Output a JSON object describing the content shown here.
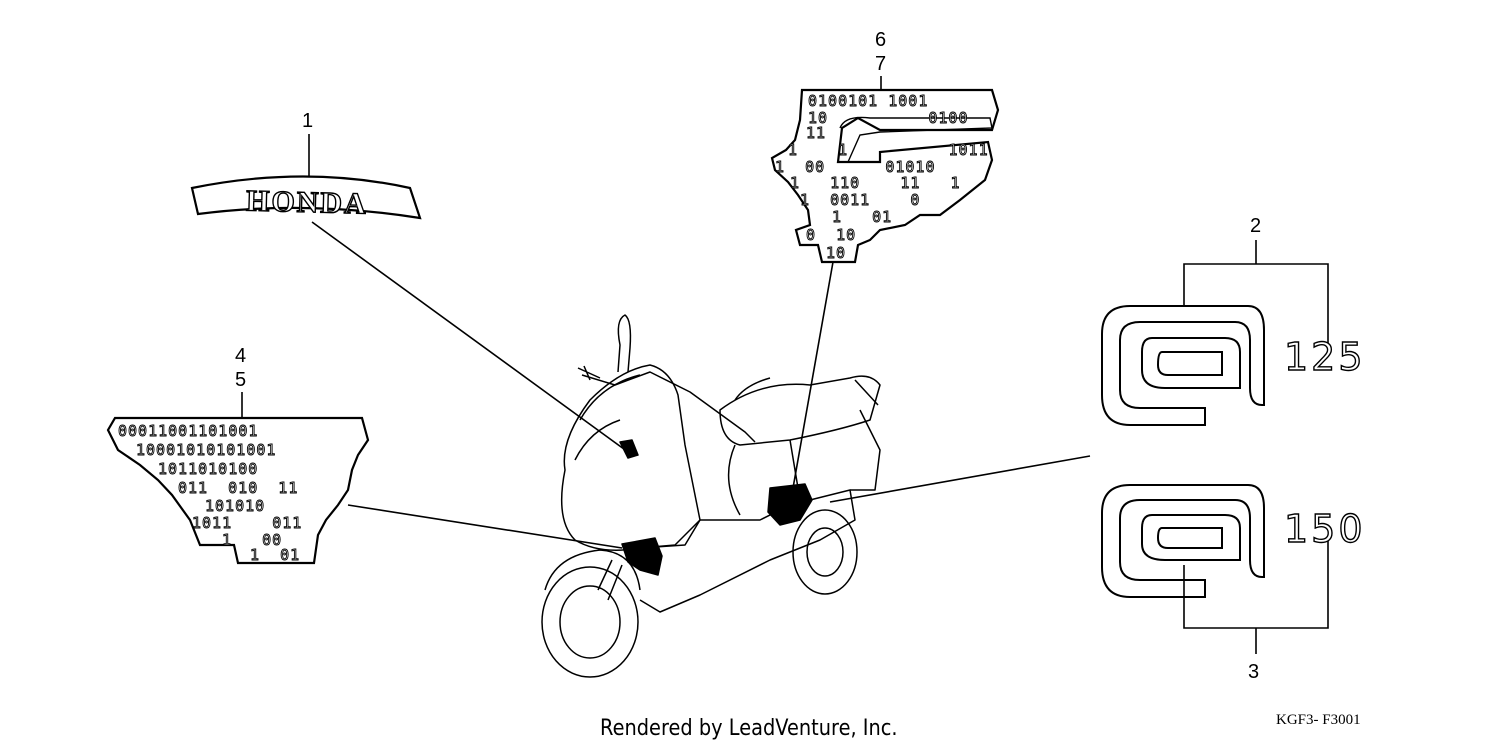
{
  "callouts": {
    "c1": "1",
    "c2": "2",
    "c3": "3",
    "c4": "4",
    "c5": "5",
    "c6": "6",
    "c7": "7"
  },
  "emblem": {
    "brand": "HONDA",
    "model_125": "125",
    "model_150": "150"
  },
  "stripe_left": [
    "00011001101001",
    "10001010101001",
    "1011010100",
    "011  010  11",
    "101010",
    "1011    011",
    "1   00",
    "1  01"
  ],
  "stripe_top": [
    "0100101 1001",
    "10          0100",
    "11",
    "1    1          1011",
    "1  00      01010",
    "1   110    11   1",
    "1  0011    0",
    "1   01",
    "0  10",
    "10"
  ],
  "footer": {
    "credit": "Rendered by LeadVenture, Inc.",
    "code": "KGF3- F3001"
  }
}
